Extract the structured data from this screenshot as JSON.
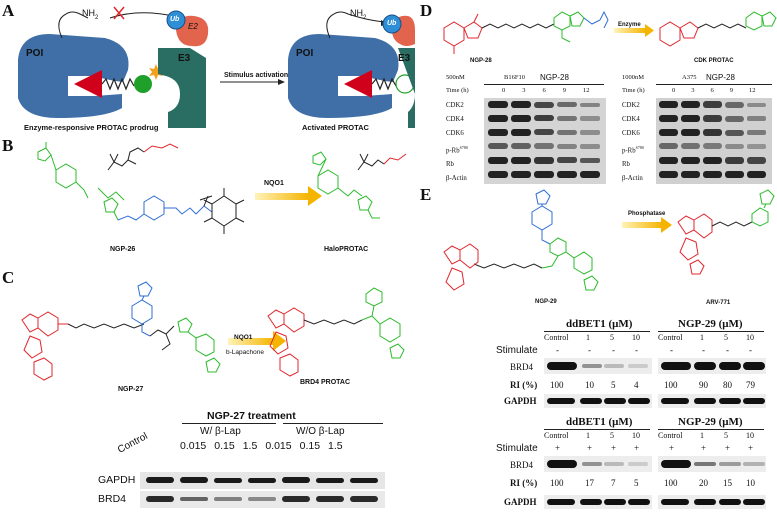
{
  "panels": {
    "A": "A",
    "B": "B",
    "C": "C",
    "D": "D",
    "E": "E"
  },
  "panelA": {
    "nh2": "NH",
    "nh2_sub": "2",
    "poi": "POI",
    "ub": "Ub",
    "e2": "E2",
    "e3": "E3",
    "arrow_label": "Stimulus activation",
    "caption_left": "Enzyme-responsive PROTAC prodrug",
    "caption_right": "Activated PROTAC"
  },
  "panelB": {
    "reagent": "NQO1",
    "left_name": "NGP-26",
    "right_name": "HaloPROTAC"
  },
  "panelC": {
    "reagent1": "NQO1",
    "reagent2": "b-Lapachone",
    "left_name": "NGP-27",
    "right_name": "BRD4 PROTAC",
    "blot_title": "NGP-27 treatment",
    "with": "W/ β-Lap",
    "without": "W/O β-Lap",
    "control": "Control",
    "doses": [
      "0.015",
      "0.15",
      "1.5",
      "0.015",
      "0.15",
      "1.5"
    ],
    "rows": [
      "GAPDH",
      "BRD4"
    ]
  },
  "panelD": {
    "left_name": "NGP-28",
    "enzyme": "Enzyme",
    "right_name": "CDK PROTAC",
    "blot1": {
      "conc": "500nM",
      "cell": "B16F10",
      "drug": "NGP-28"
    },
    "blot2": {
      "conc": "1000nM",
      "cell": "A375",
      "drug": "NGP-28"
    },
    "time_label": "Time (h)",
    "times": [
      "0",
      "3",
      "6",
      "9",
      "12"
    ],
    "rows": [
      "CDK2",
      "CDK4",
      "CDK6",
      "p-Rb",
      "Rb",
      "β-Actin"
    ],
    "prb_sup": "S780"
  },
  "panelE": {
    "left_name": "NGP-29",
    "enzyme": "Phosphatase",
    "right_name": "ARV-771",
    "group1": "ddBET1 (μM)",
    "group2": "NGP-29 (μM)",
    "doses": [
      "Control",
      "1",
      "5",
      "10"
    ],
    "stimulate": "Stimulate",
    "rows": [
      "BRD4",
      "RI (%)",
      "GAPDH"
    ],
    "table1": {
      "stim": [
        "-",
        "-",
        "-",
        "-",
        "-",
        "-",
        "-",
        "-"
      ],
      "ri": [
        "100",
        "10",
        "5",
        "4",
        "100",
        "90",
        "80",
        "79"
      ]
    },
    "table2": {
      "stim": [
        "+",
        "+",
        "+",
        "+",
        "+",
        "+",
        "+",
        "+"
      ],
      "ri": [
        "100",
        "17",
        "7",
        "5",
        "100",
        "20",
        "15",
        "10"
      ]
    }
  },
  "colors": {
    "poi": "#3f6fa6",
    "e3": "#2a6e63",
    "ub": "#2f8fd6",
    "e2": "#e2644c",
    "warhead": "#d0021b",
    "linker_green": "#22aa22",
    "chem_red": "#e0262c",
    "chem_green": "#2dbb2d",
    "chem_blue": "#2f6fd6",
    "trigger": "#f4a01c"
  }
}
